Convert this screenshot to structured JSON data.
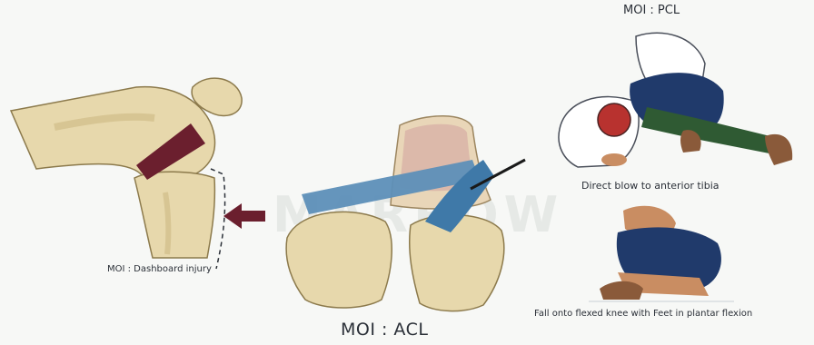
{
  "panels": {
    "dashboard": {
      "caption": "MOI : Dashboard injury"
    },
    "acl": {
      "caption": "MOI : ACL"
    },
    "pcl": {
      "title": "MOI : PCL",
      "blow_caption": "Direct blow to anterior tibia",
      "fall_caption": "Fall onto flexed knee with Feet in plantar flexion"
    }
  },
  "colors": {
    "bone": "#e7d8ac",
    "bone_shadow": "#b9a66e",
    "ligament_blue": "#5d8fb8",
    "ligament_dark_blue": "#3f79a8",
    "arrow_maroon": "#6b1f2e",
    "marrow_pink": "#d8b2a6",
    "pants_navy": "#203a6b",
    "leg_green": "#2f5a33",
    "helmet_red": "#b8322f",
    "skin": "#c98d62",
    "shoe_brown": "#8a5a3a",
    "ink": "#2b3038"
  }
}
